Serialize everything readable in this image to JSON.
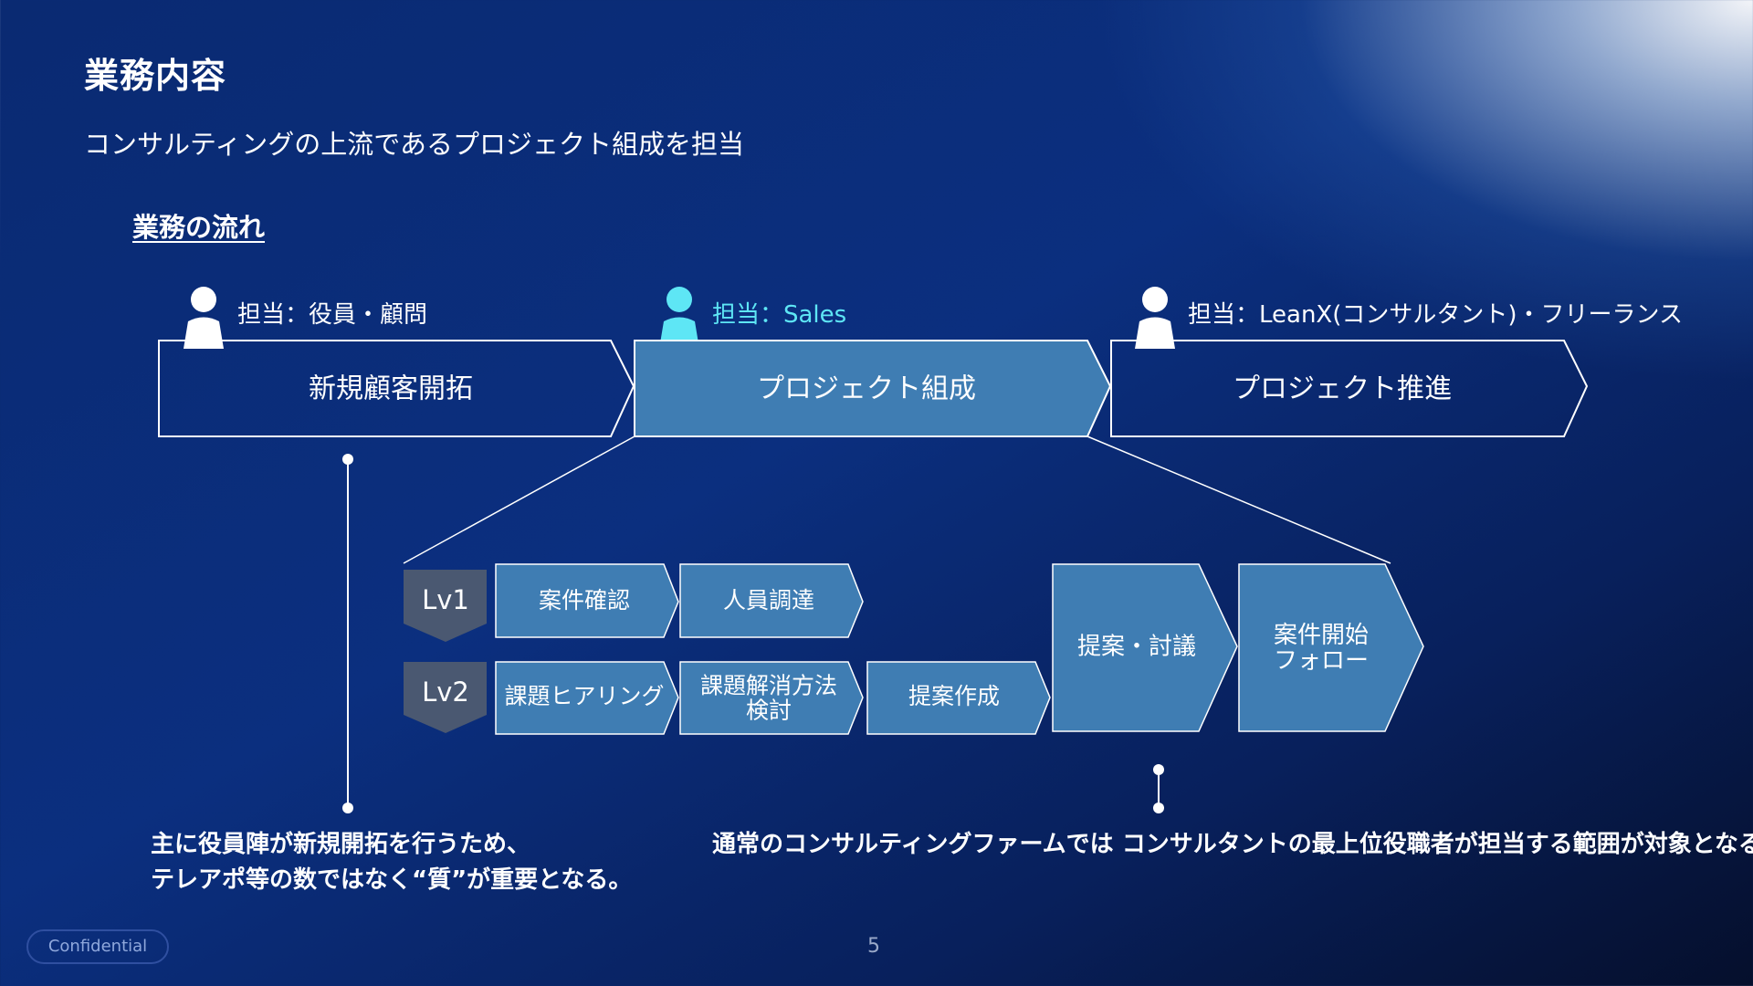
{
  "title": "業務内容",
  "subtitle": "コンサルティングの上流であるプロジェクト組成を担当",
  "flow_heading": "業務の流れ",
  "stages": [
    {
      "role": "担当：役員・顧問",
      "label": "新規顧客開拓",
      "highlighted": false
    },
    {
      "role": "担当：Sales",
      "label": "プロジェクト組成",
      "highlighted": true
    },
    {
      "role": "担当：LeanX(コンサルタント)・フリーランス",
      "label": "プロジェクト推進",
      "highlighted": false
    }
  ],
  "levels": [
    "Lv1",
    "Lv2"
  ],
  "tasks": {
    "lv1": [
      "案件確認",
      "人員調達"
    ],
    "lv2": [
      "課題ヒアリング",
      "課題解消方法\n検討",
      "提案作成"
    ],
    "shared": [
      "提案・討議",
      "案件開始\nフォロー"
    ]
  },
  "notes": {
    "left": [
      "主に役員陣が新規開拓を行うため、",
      "テレアポ等の数ではなく“質”が重要となる。"
    ],
    "right": "通常のコンサルティングファームでは コンサルタントの最上位役職者が担当する範囲が対象となる。"
  },
  "footer": {
    "confidential": "Confidential",
    "page_number": "5"
  },
  "colors": {
    "accent": "#5ee6f5",
    "box_fill": "#3f7db3",
    "outline": "#ffffff"
  }
}
